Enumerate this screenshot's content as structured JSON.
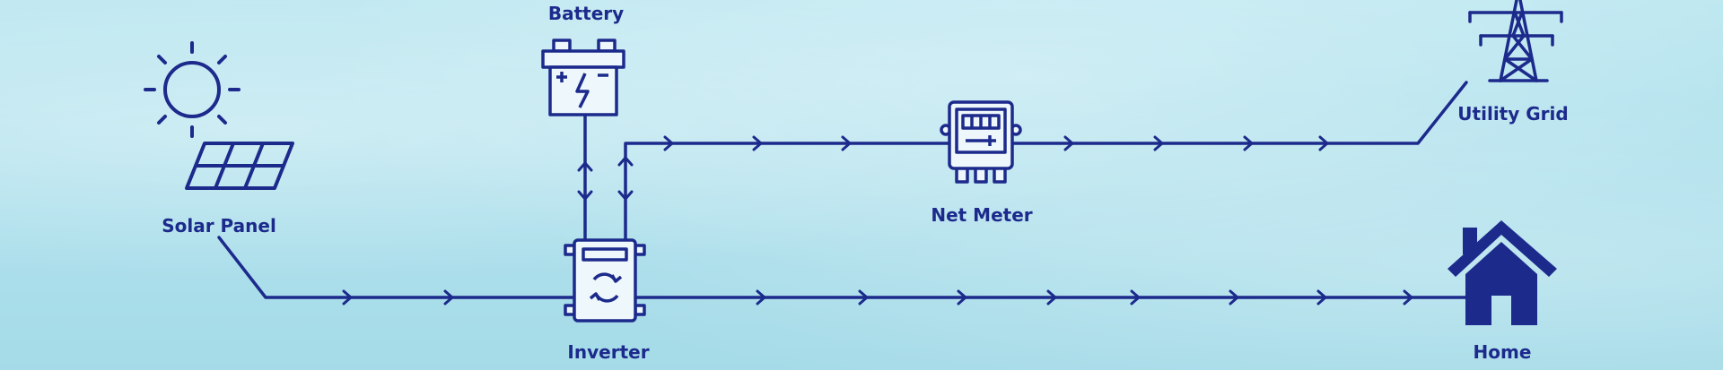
{
  "colors": {
    "line": "#1c2a8c",
    "background": "#b2e1ec",
    "device_fill": "#eef7fb"
  },
  "nodes": {
    "battery": {
      "label": "Battery",
      "icon": "battery-icon"
    },
    "solar_panel": {
      "label": "Solar Panel",
      "icon": "solar-panel-icon"
    },
    "sun": {
      "icon": "sun-icon"
    },
    "inverter": {
      "label": "Inverter",
      "icon": "inverter-icon"
    },
    "net_meter": {
      "label": "Net Meter",
      "icon": "net-meter-icon"
    },
    "utility_grid": {
      "label": "Utility Grid",
      "icon": "transmission-tower-icon"
    },
    "home": {
      "label": "Home",
      "icon": "house-icon"
    }
  },
  "connections": [
    {
      "from": "Solar Panel",
      "to": "Inverter",
      "direction": "forward"
    },
    {
      "from": "Inverter",
      "to": "Home",
      "direction": "forward"
    },
    {
      "from": "Inverter",
      "to": "Battery",
      "direction": "bidirectional"
    },
    {
      "from": "Inverter",
      "to": "Net Meter",
      "direction": "bidirectional"
    },
    {
      "from": "Net Meter",
      "to": "Utility Grid",
      "direction": "forward"
    }
  ]
}
